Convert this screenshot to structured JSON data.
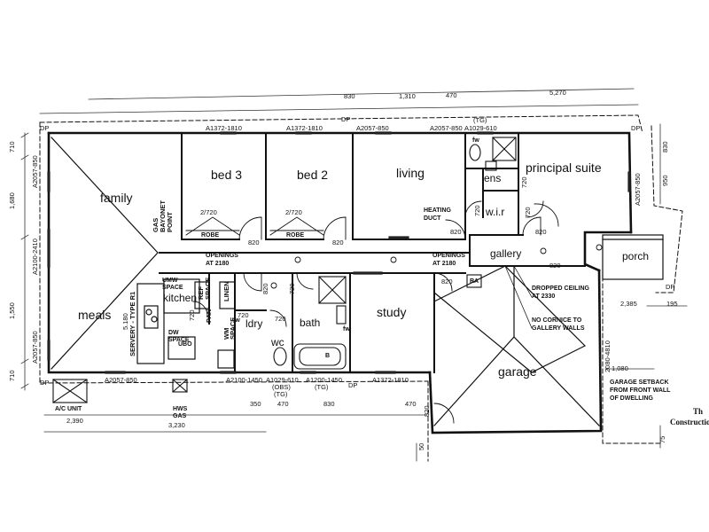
{
  "rooms": {
    "family": "family",
    "bed3": "bed 3",
    "bed2": "bed 2",
    "living": "living",
    "principal_suite": "principal suite",
    "ens": "ens",
    "wir": "w.i.r",
    "gallery": "gallery",
    "porch": "porch",
    "meals": "meals",
    "kitchen": "kitchen",
    "ldry": "ldry",
    "bath": "bath",
    "wc": "wc",
    "study": "study",
    "garage": "garage"
  },
  "notes": {
    "openings_left_1": "OPENINGS",
    "openings_left_2": "AT 2180",
    "openings_right_1": "OPENINGS",
    "openings_right_2": "AT 2180",
    "heating_1": "HEATING",
    "heating_2": "DUCT",
    "dropped_1": "DROPPED CEILING",
    "dropped_2": "AT 2330",
    "cornice_1": "NO CORNICE TO",
    "cornice_2": "GALLERY WALLS",
    "setback_1": "GARAGE SETBACK",
    "setback_2": "FROM FRONT WALL",
    "setback_3": "OF DWELLING",
    "robe_a": "ROBE",
    "robe_b": "ROBE",
    "umw_1": "UMW",
    "umw_2": "SPACE",
    "dw_1": "DW",
    "dw_2": "SPACE",
    "ref_1": "REF",
    "ref_2": "SPACE",
    "linen": "LINEN",
    "pan": "PAN",
    "wm_1": "WM",
    "wm_2": "SPACE",
    "ubo": "UBO",
    "servery": "SERVERY - TYPE R1",
    "gas_1": "GAS",
    "gas_2": "BAYONET",
    "gas_3": "POINT",
    "ac": "A/C UNIT",
    "hws_1": "HWS",
    "hws_2": "GAS",
    "ra": "RA",
    "fw_a": "fw",
    "fw_b": "fw",
    "fw_c": "fw",
    "b": "B",
    "corner_1": "Th",
    "corner_2": "Construction"
  },
  "windows": {
    "top_1": "A1372-1810",
    "top_2": "A1372-1810",
    "top_3": "A2057-850",
    "top_4": "A2057-850",
    "top_5": "A1029-610",
    "top_tg": "(TG)",
    "bottom_1": "A2057-850",
    "bottom_2": "A2100-1450",
    "bottom_3": "A1029-610",
    "bottom_3b": "(OBS)",
    "bottom_3c": "(TG)",
    "bottom_4": "A1200-1450",
    "bottom_4b": "(TG)",
    "bottom_5": "A1372-1810",
    "left_1": "A2057-850",
    "left_2": "A2100-2410",
    "left_3": "A2057-850",
    "right_1": "A2057-850",
    "garage_side": "2080-4810",
    "dp_1": "DP",
    "dp_2": "DP",
    "dp_3": "DP",
    "dp_4": "DP",
    "dp_5": "DP",
    "dp_6": "DP"
  },
  "doors": {
    "bed3_robe": "2/720",
    "bed2_robe": "2/720",
    "bed3": "820",
    "bed2": "820",
    "living": "820",
    "principal": "820",
    "ens": "720",
    "wir": "720",
    "wir_2": "720",
    "gallery": "820",
    "kitchen": "720",
    "ldry_1": "820",
    "ldry_2": "720",
    "wc": "720",
    "bath": "720",
    "study": "820",
    "garage": "820"
  },
  "dimensions": {
    "top_a": "830",
    "top_b": "1,310",
    "top_c": "470",
    "top_d": "5,270",
    "right_a": "830",
    "right_b": "950",
    "left_a": "710",
    "left_b": "1,680",
    "left_c": "1,550",
    "left_d": "710",
    "ac": "2,390",
    "hws": "3,230",
    "bot_a": "350",
    "bot_b": "470",
    "bot_c": "830",
    "bot_d": "470",
    "porch_w": "2,385",
    "porch_b": "195",
    "garage_a": "1,080",
    "servery_h": "5.180",
    "bot_e": "50",
    "bot_f": "75"
  }
}
